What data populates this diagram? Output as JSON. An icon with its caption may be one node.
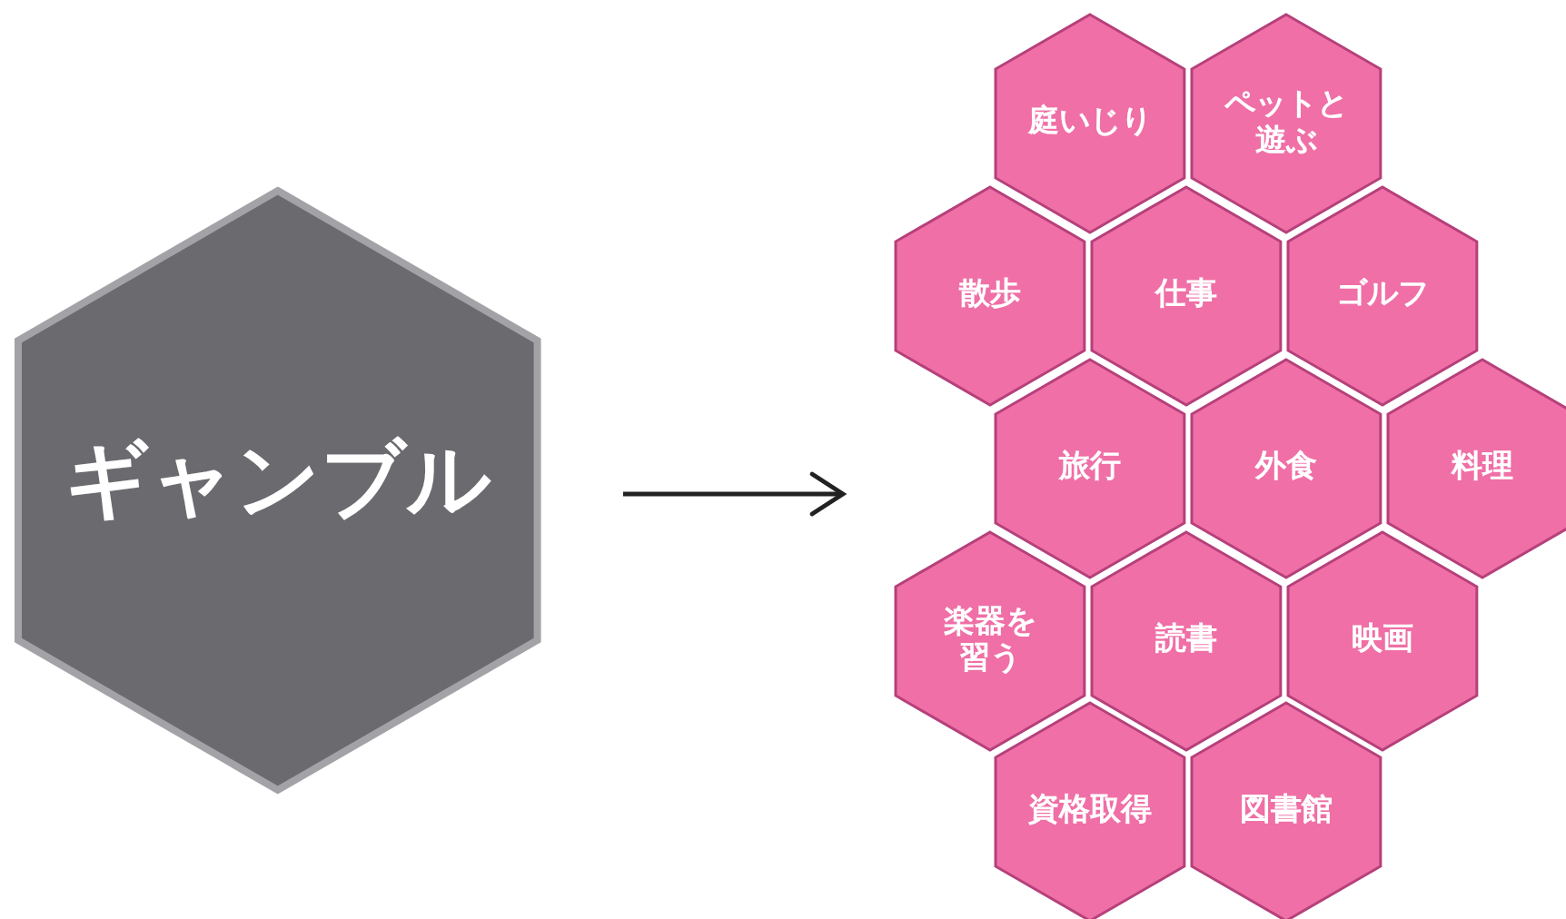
{
  "diagram": {
    "nodes": [
      {
        "text": [
          "ギャンブル"
        ]
      },
      {
        "text": [
          "庭いじり"
        ]
      },
      {
        "text": [
          "ペットと遊ぶ"
        ]
      },
      {
        "text": [
          "散歩"
        ]
      },
      {
        "text": [
          "仕事"
        ]
      },
      {
        "text": [
          "ゴルフ"
        ]
      },
      {
        "text": [
          "旅行"
        ]
      },
      {
        "text": [
          "外食"
        ]
      },
      {
        "text": [
          "料理"
        ]
      },
      {
        "text": [
          "楽器を習う"
        ]
      },
      {
        "text": [
          "読書"
        ]
      },
      {
        "text": [
          "映画"
        ]
      },
      {
        "text": [
          "資格取得"
        ]
      },
      {
        "text": [
          "図書館"
        ]
      }
    ]
  }
}
